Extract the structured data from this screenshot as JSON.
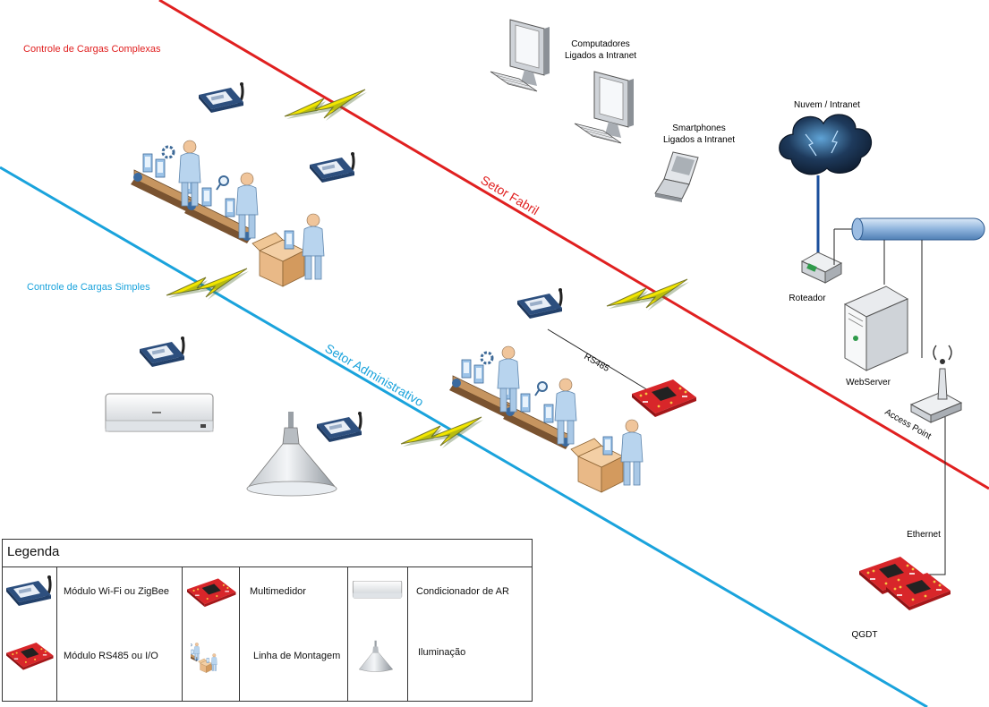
{
  "regions": {
    "complex_loads": "Controle de Cargas Complexas",
    "simple_loads": "Controle de Cargas Simples",
    "factory_sector": "Setor Fabril",
    "admin_sector": "Setor Administrativo"
  },
  "nodes": {
    "computers": [
      "Computadores",
      "Ligados a Intranet"
    ],
    "smartphones": [
      "Smartphones",
      "Ligados a Intranet"
    ],
    "cloud": "Nuvem / Intranet",
    "router": "Roteador",
    "webserver": "WebServer",
    "access_point": "Access Point",
    "ethernet": "Ethernet",
    "qgdt": "QGDT",
    "rs485": "RS485"
  },
  "legend": {
    "title": "Legenda",
    "items": [
      {
        "icon": "wifi-module-icon",
        "label": "Módulo Wi-Fi ou ZigBee"
      },
      {
        "icon": "multimeter-icon",
        "label": "Multimedidor"
      },
      {
        "icon": "air-conditioner-icon",
        "label": "Condicionador de AR"
      },
      {
        "icon": "rs485-module-icon",
        "label": "Módulo RS485 ou I/O"
      },
      {
        "icon": "assembly-line-icon",
        "label": "Linha de Montagem"
      },
      {
        "icon": "lighting-icon",
        "label": "Iluminação"
      }
    ]
  },
  "colors": {
    "factory_line": "#e02020",
    "admin_line": "#1aa3dc",
    "lightning": "#f2e600",
    "board": "#d8262a",
    "cloud": "#1e3a5c"
  }
}
